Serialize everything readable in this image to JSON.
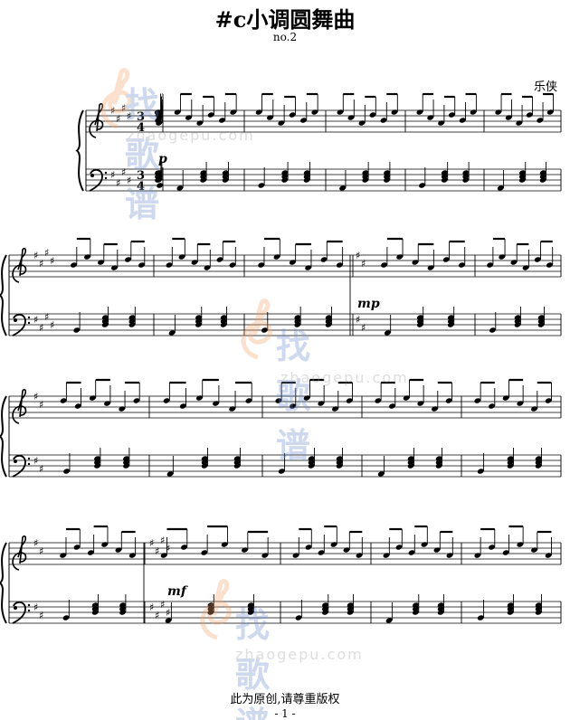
{
  "title": "#c小调圆舞曲",
  "subtitle": "no.2",
  "composer": "乐侠",
  "time_signature": {
    "top": "3",
    "bottom": "4"
  },
  "dynamics": {
    "system1": "p",
    "system2": "mp",
    "system4": "mf"
  },
  "watermark": {
    "cn": "找歌谱",
    "url": "zhaogepu.com"
  },
  "footer_note": "此为原创,请尊重版权",
  "page_number": "- 1 -",
  "colors": {
    "watermark_orange": "#f4a46a",
    "watermark_blue": "#6d8fcf",
    "ink": "#000000"
  }
}
